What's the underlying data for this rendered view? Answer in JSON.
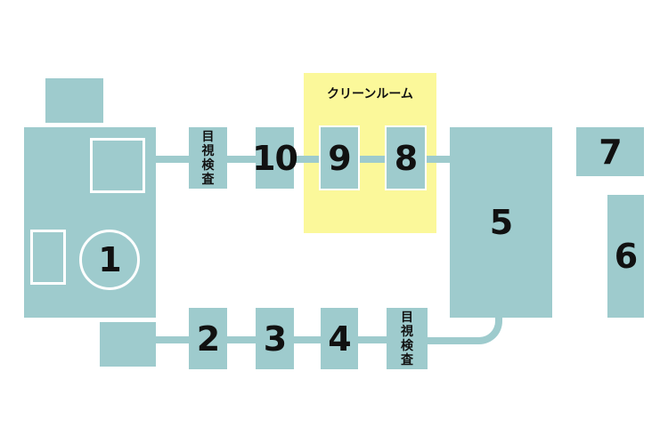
{
  "clean_room": {
    "label": "クリーンルーム"
  },
  "machines": {
    "m1": "1",
    "m2": "2",
    "m3": "3",
    "m4": "4",
    "m5": "5",
    "m6": "6",
    "m7": "7",
    "m8": "8",
    "m9": "9",
    "m10": "10"
  },
  "visual_inspection": {
    "chars": [
      "目",
      "視",
      "検",
      "査"
    ]
  },
  "colors": {
    "block": "#9ecbcd",
    "clean_room": "#fbf89a",
    "text": "#111111"
  }
}
